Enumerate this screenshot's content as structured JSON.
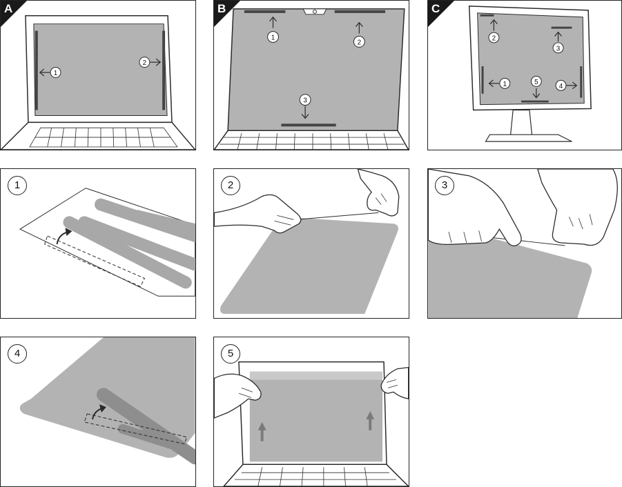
{
  "colors": {
    "filter_gray": "#b3b3b3",
    "tape_gray": "#9e9e9e",
    "outline": "#2a2a2a",
    "dark_strip": "#555555"
  },
  "panels": {
    "A": {
      "letter": "A",
      "labels": [
        "1",
        "2"
      ]
    },
    "B": {
      "letter": "B",
      "labels": [
        "1",
        "2",
        "3"
      ]
    },
    "C": {
      "letter": "C",
      "labels": [
        "1",
        "2",
        "3",
        "4",
        "5"
      ]
    },
    "step1": {
      "number": "1"
    },
    "step2": {
      "number": "2"
    },
    "step3": {
      "number": "3"
    },
    "step4": {
      "number": "4"
    },
    "step5": {
      "number": "5"
    }
  }
}
